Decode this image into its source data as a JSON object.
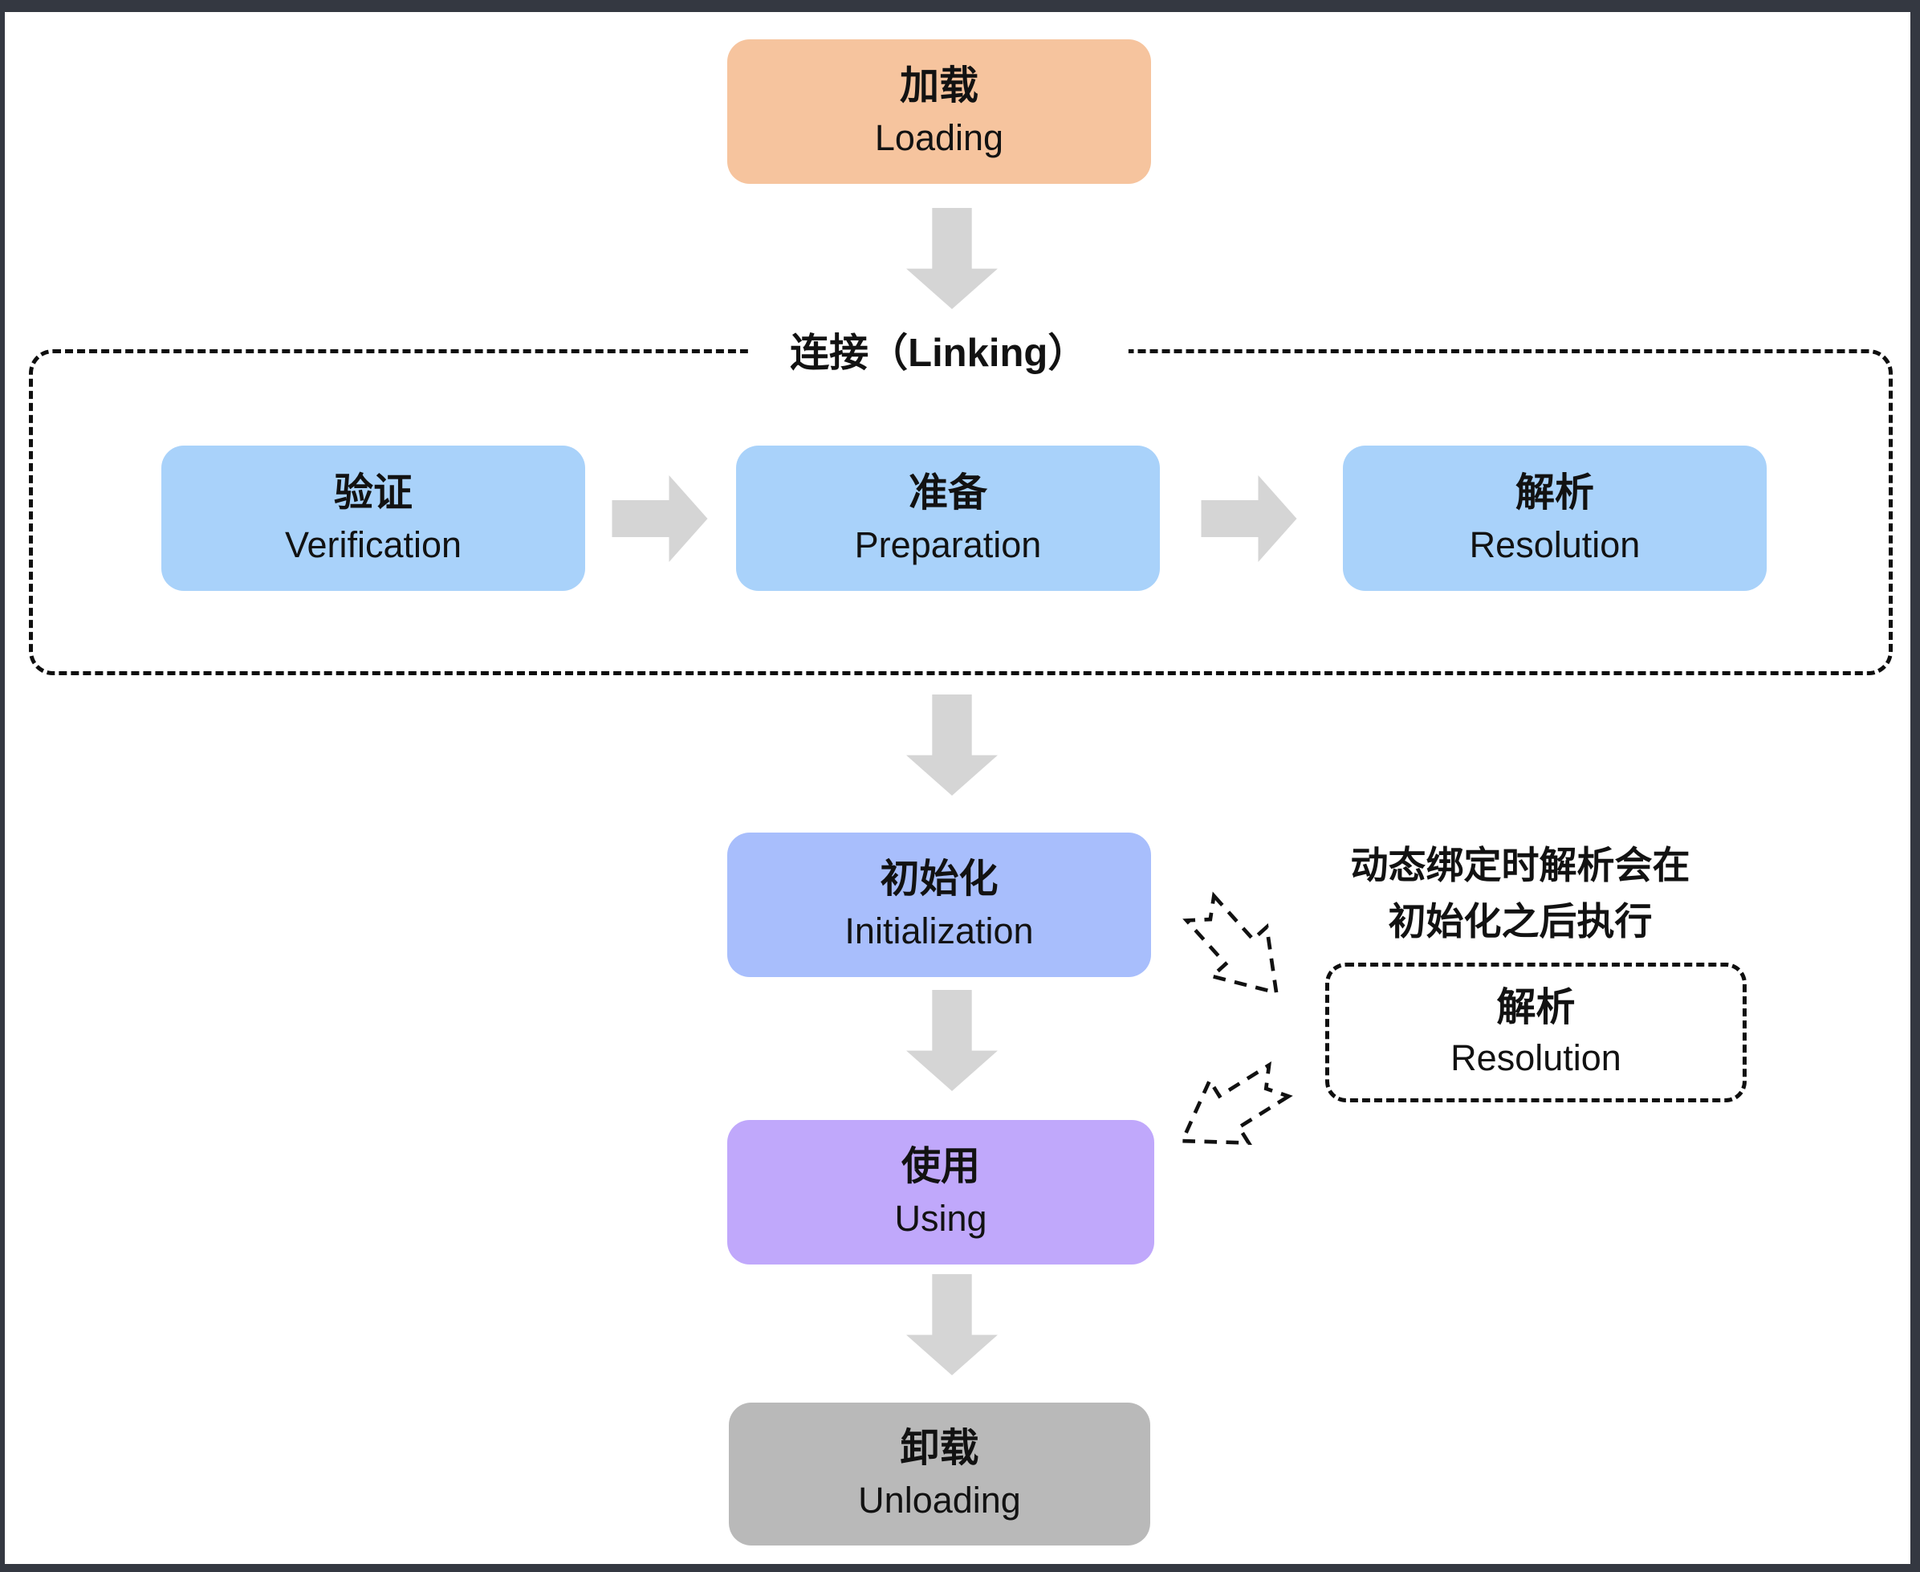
{
  "frame": {
    "border_color": "#343841",
    "canvas_color": "#ffffff"
  },
  "colors": {
    "loading_bg": "#f6c49e",
    "linking_stage_bg": "#a9d2fa",
    "initialization_bg": "#a8befc",
    "using_bg": "#c0a8fb",
    "unloading_bg": "#b9b9b9",
    "flow_arrow": "#d5d5d5",
    "dashed_stroke": "#111111",
    "text": "#121212"
  },
  "linking_group_label": "连接（Linking）",
  "nodes": {
    "loading": {
      "zh": "加载",
      "en": "Loading"
    },
    "verification": {
      "zh": "验证",
      "en": "Verification"
    },
    "preparation": {
      "zh": "准备",
      "en": "Preparation"
    },
    "resolution": {
      "zh": "解析",
      "en": "Resolution"
    },
    "initialization": {
      "zh": "初始化",
      "en": "Initialization"
    },
    "using": {
      "zh": "使用",
      "en": "Using"
    },
    "unloading": {
      "zh": "卸载",
      "en": "Unloading"
    },
    "dashed_resolution": {
      "zh": "解析",
      "en": "Resolution"
    }
  },
  "note": {
    "line1": "动态绑定时解析会在",
    "line2": "初始化之后执行"
  }
}
